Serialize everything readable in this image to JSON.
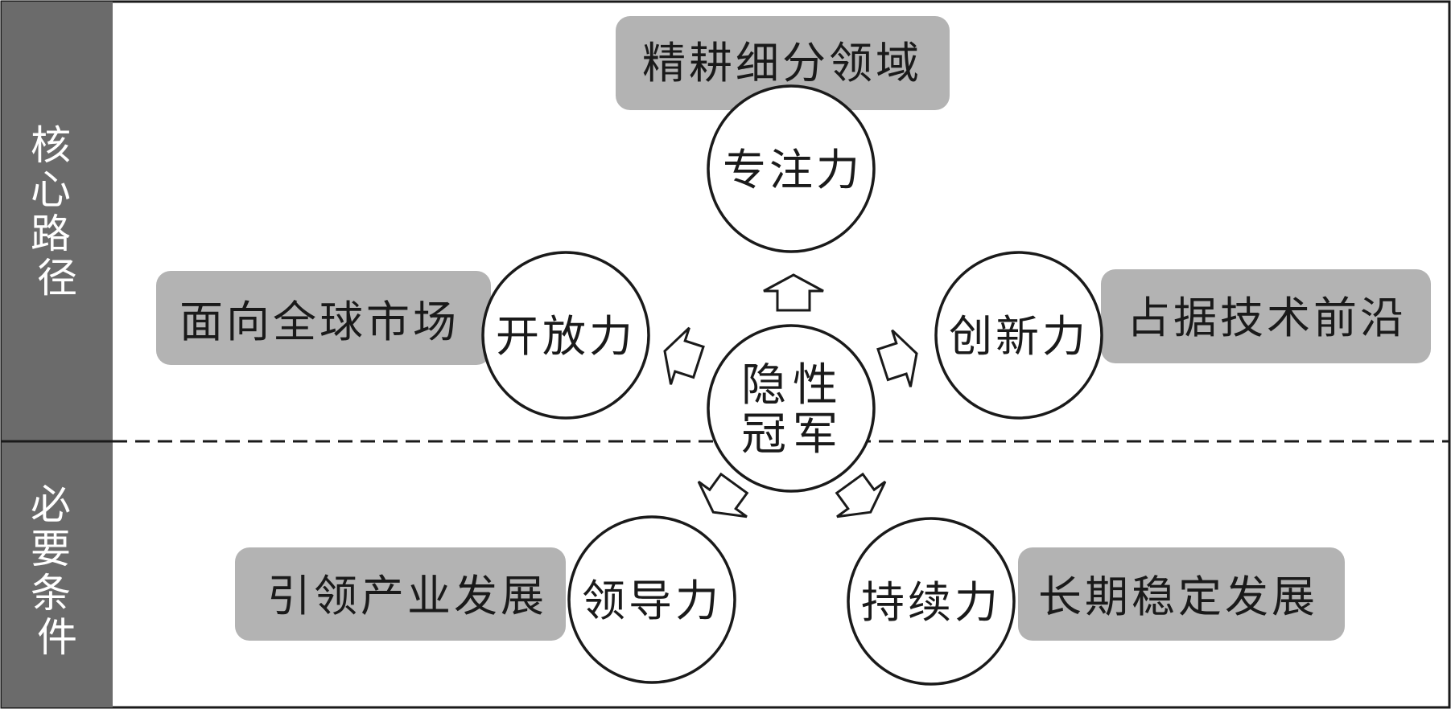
{
  "side_labels": {
    "top": "核心路径",
    "bottom": "必要条件"
  },
  "center": {
    "line1": "隐性",
    "line2": "冠军"
  },
  "nodes": {
    "focus": {
      "circle": "专注力",
      "tag": "精耕细分领域"
    },
    "open": {
      "circle": "开放力",
      "tag": "面向全球市场"
    },
    "innovation": {
      "circle": "创新力",
      "tag": "占据技术前沿"
    },
    "leadership": {
      "circle": "领导力",
      "tag": "引领产业发展"
    },
    "sustain": {
      "circle": "持续力",
      "tag": "长期稳定发展"
    }
  },
  "colors": {
    "side_bar": "#6b6b6b",
    "tag_fill": "#b3b3b3",
    "outline": "#1a1a1a"
  }
}
